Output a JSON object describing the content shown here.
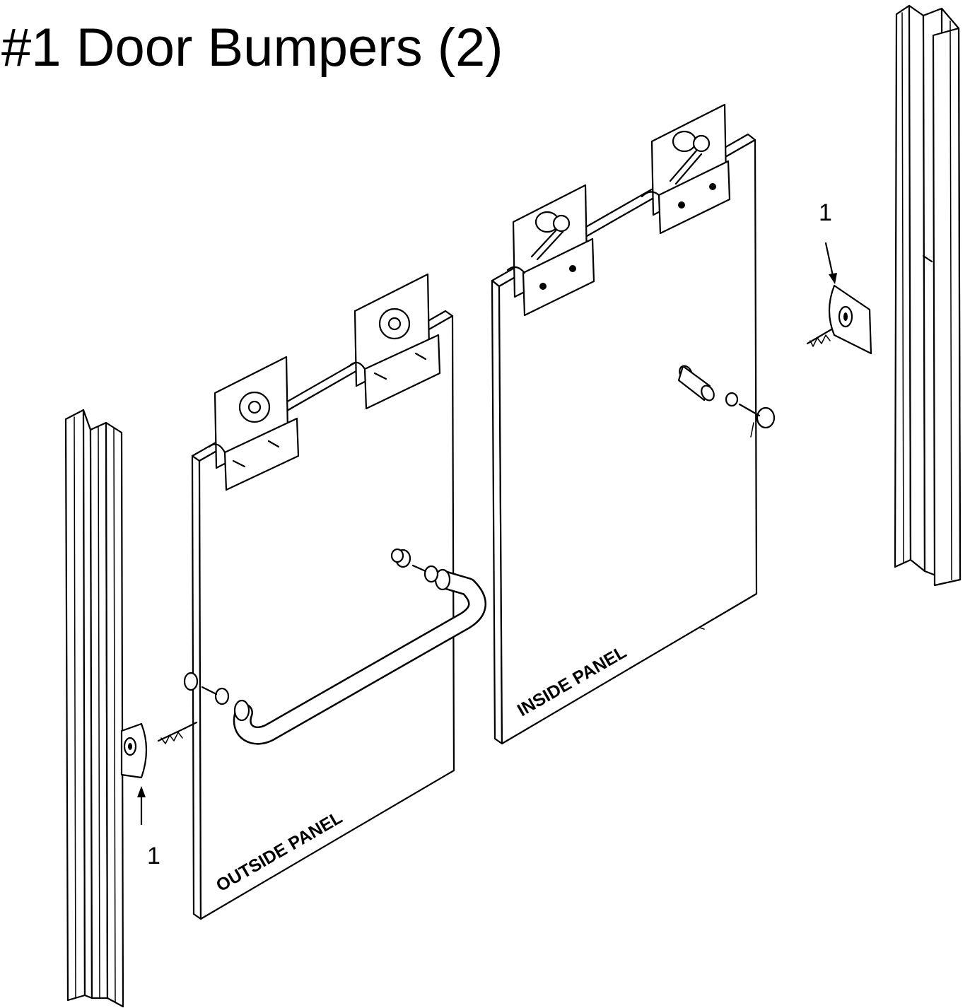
{
  "title": "#1 Door Bumpers (2)",
  "labels": {
    "outside_panel": "OUTSIDE PANEL",
    "inside_panel": "INSIDE PANEL",
    "callout_left": "1",
    "callout_right": "1"
  },
  "colors": {
    "line": "#000000",
    "background": "#ffffff"
  }
}
